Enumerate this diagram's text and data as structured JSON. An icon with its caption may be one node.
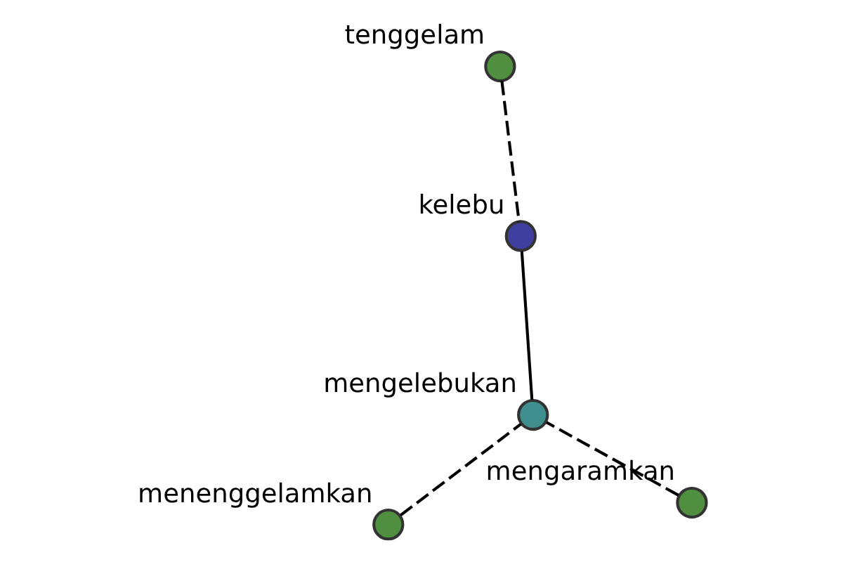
{
  "diagram": {
    "nodes": [
      {
        "text": [
          "menenggelamkan"
        ]
      },
      {
        "text": [
          "mengaramkan"
        ]
      },
      {
        "text": [
          "mengelebukan"
        ]
      },
      {
        "text": [
          "tenggelam"
        ]
      },
      {
        "text": [
          "kelebu"
        ]
      }
    ],
    "edges": [
      {
        "from": 0,
        "to": 2,
        "arrow": "none",
        "style": "dashed"
      },
      {
        "from": 1,
        "to": 2,
        "arrow": "none",
        "style": "dashed"
      },
      {
        "from": 2,
        "to": 4,
        "arrow": "none"
      },
      {
        "from": 3,
        "to": 4,
        "arrow": "none",
        "style": "dashed"
      }
    ]
  }
}
